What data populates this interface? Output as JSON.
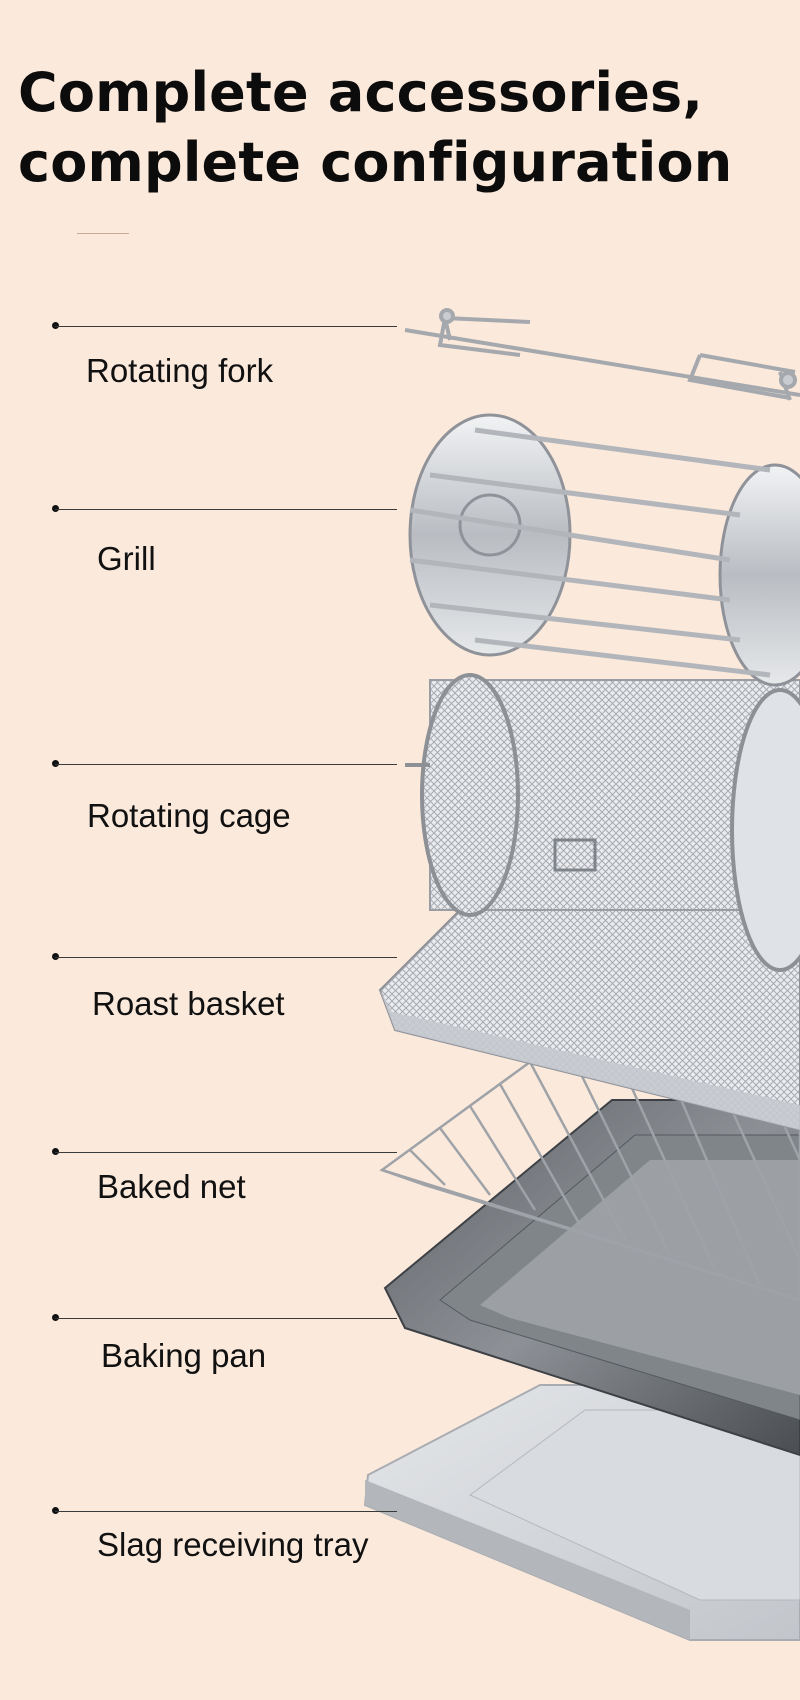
{
  "headline": {
    "line1": "Complete accessories,",
    "line2": "complete configuration"
  },
  "accessories": [
    {
      "label": "Rotating fork",
      "icon": "rotating-fork-icon"
    },
    {
      "label": "Grill",
      "icon": "grill-icon"
    },
    {
      "label": "Rotating cage",
      "icon": "rotating-cage-icon"
    },
    {
      "label": "Roast basket",
      "icon": "roast-basket-icon"
    },
    {
      "label": "Baked net",
      "icon": "baked-net-icon"
    },
    {
      "label": "Baking pan",
      "icon": "baking-pan-icon"
    },
    {
      "label": "Slag receiving tray",
      "icon": "slag-tray-icon"
    }
  ],
  "colors": {
    "background": "#fbe9dc",
    "text": "#111111",
    "metal": "#c9ccd0",
    "metal_dark": "#7f848a"
  }
}
